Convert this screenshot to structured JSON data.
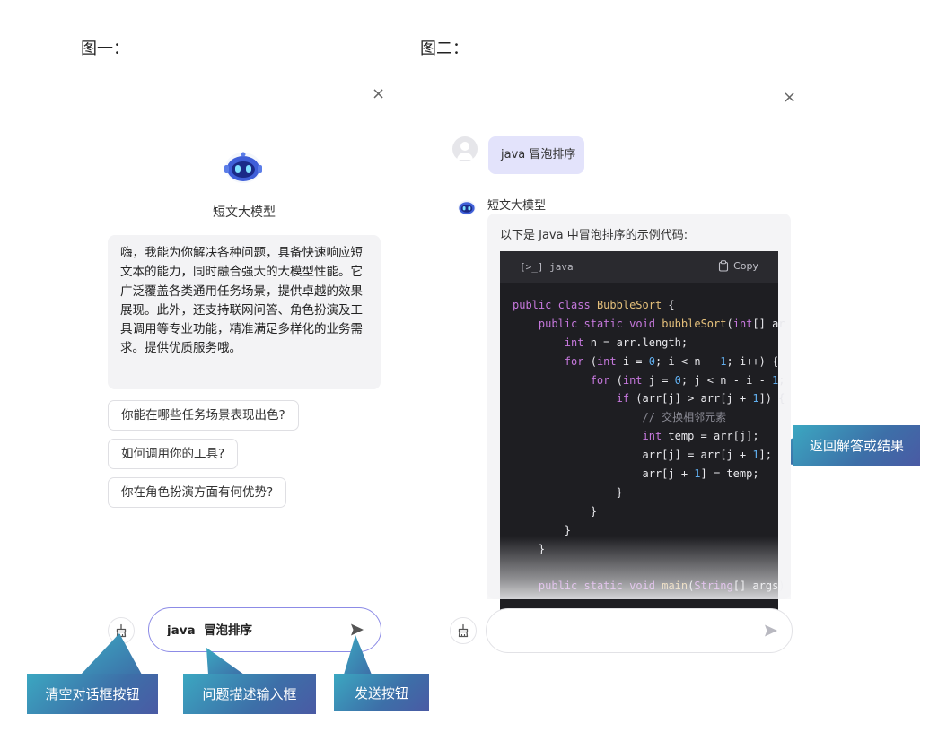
{
  "figure1": {
    "label": "图一：",
    "bot_name": "短文大模型",
    "intro_text": "嗨，我能为你解决各种问题，具备快速响应短文本的能力，同时融合强大的大模型性能。它广泛覆盖各类通用任务场景，提供卓越的效果展现。此外，还支持联网问答、角色扮演及工具调用等专业功能，精准满足多样化的业务需求。提供优质服务哦。",
    "suggestions": [
      "你能在哪些任务场景表现出色?",
      "如何调用你的工具?",
      "你在角色扮演方面有何优势?"
    ],
    "input_value": "java  冒泡排序"
  },
  "figure2": {
    "label": "图二：",
    "user_message": "java  冒泡排序",
    "bot_name": "短文大模型",
    "answer_intro": "以下是 Java 中冒泡排序的示例代码:",
    "code_lang": "[>_] java",
    "copy_label": "Copy",
    "code_lines": [
      "public class BubbleSort {",
      "    public static void bubbleSort(int[] ar",
      "        int n = arr.length;",
      "        for (int i = 0; i < n - 1; i++) {",
      "            for (int j = 0; j < n - i - 1;",
      "                if (arr[j] > arr[j + 1]) {",
      "                    // 交换相邻元素",
      "                    int temp = arr[j];",
      "                    arr[j] = arr[j + 1];",
      "                    arr[j + 1] = temp;",
      "                }",
      "            }",
      "        }",
      "    }",
      "",
      "    public static void main(String[] args)"
    ],
    "input_value": ""
  },
  "close_symbol": "×",
  "annotations": {
    "clear": "清空对话框按钮",
    "input": "问题描述输入框",
    "send": "发送按钮",
    "result": "返回解答或结果"
  },
  "colors": {
    "accent": "#8c8be6",
    "user_bubble": "#e3e3fb",
    "bubble_gray": "#f3f3f5",
    "code_bg": "#1e1e22",
    "annotation_start": "#3ba7c1",
    "annotation_end": "#4a5aa4"
  },
  "icons": {
    "close": "close-icon",
    "clear": "broom-icon",
    "send": "send-arrow-icon",
    "bot": "robot-icon",
    "user": "user-icon",
    "copy": "clipboard-icon",
    "terminal": "terminal-icon"
  }
}
